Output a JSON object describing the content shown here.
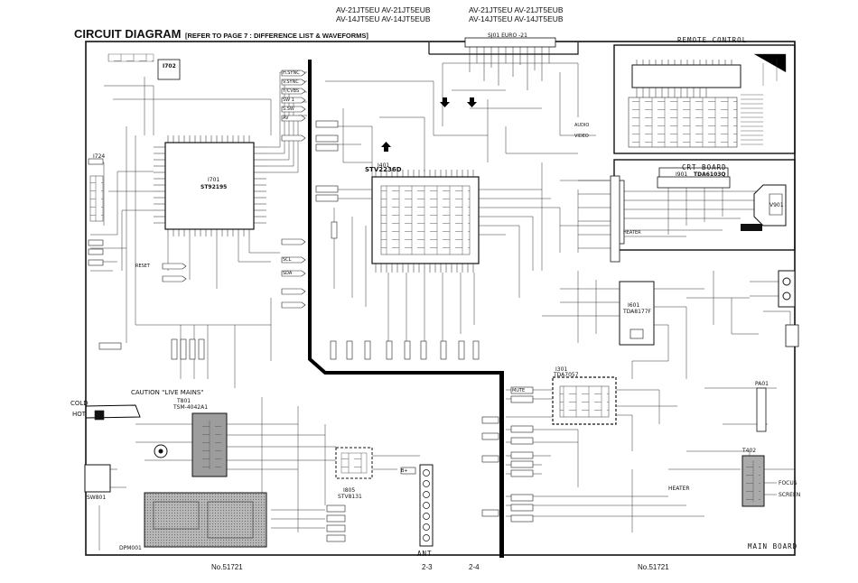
{
  "header": {
    "models_left_1": "AV-21JT5EU AV-21JT5EUB",
    "models_left_2": "AV-14JT5EU AV-14JT5EUB",
    "models_right_1": "AV-21JT5EU AV-21JT5EUB",
    "models_right_2": "AV-14JT5EU AV-14JT5EUB",
    "title": "CIRCUIT DIAGRAM",
    "subtitle": "[REFER TO PAGE 7 : DIFFERENCE LIST & WAVEFORMS]"
  },
  "blocks": {
    "remote_control": "REMOTE CONTROL",
    "crt_board": "CRT BOARD",
    "crt_ic": "TDA6103Q",
    "crt_ic_ref": "I901",
    "main_board": "MAIN BOARD",
    "scart": "SJ01   EURO -21",
    "mcu_ref": "I701",
    "mcu": "ST92195",
    "eeprom_ref": "I702",
    "video_ic_ref": "I401",
    "video_ic": "STV2236D",
    "vert_ic": "TDA8177F",
    "vert_ic_ref": "I601",
    "audio_ic": "TDA7057",
    "audio_ic_ref": "I301",
    "power_ic": "STV8131",
    "power_ic_ref": "I805",
    "transformer": "T801",
    "transformer_part": "TSM-4042A1",
    "caution": "CAUTION  \"LIVE MAINS\"",
    "cold": "COLD",
    "hot": "HOT",
    "ant": "ANT",
    "switch": "SW801",
    "ir_ref": "I724",
    "degauss": "DPM001",
    "pa01": "PA01",
    "t402": "T402",
    "focus": "FOCUS",
    "screen": "SCREEN",
    "heater": "HEATER",
    "v901": "V901"
  },
  "signals": [
    "H.SYNC",
    "V.SYNC",
    "Y/CVBS",
    "SW 1",
    "S.SW",
    "AV",
    "MUTE",
    "SCL",
    "SDA",
    "RESET",
    "AUDIO",
    "VIDEO",
    "B+",
    "HEATER"
  ],
  "footer": {
    "left_no": "No.51721",
    "page_left": "2-3",
    "page_right": "2-4",
    "right_no": "No.51721"
  }
}
